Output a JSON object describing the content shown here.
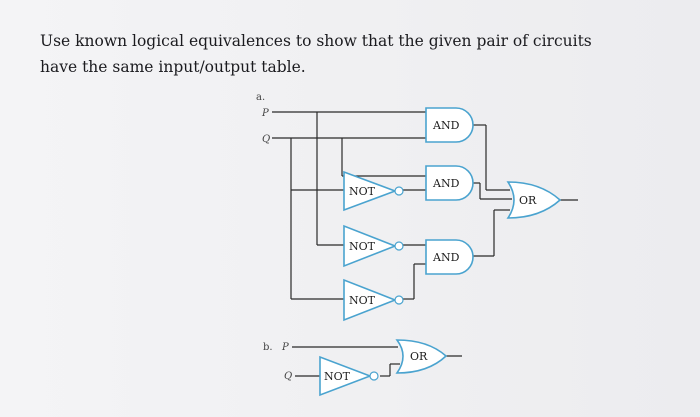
{
  "prompt": {
    "line1": "Use known logical equivalences to show that the given pair of circuits",
    "line2": "have the same input/output table."
  },
  "circuit_a": {
    "part_label": "a.",
    "input_p": "P",
    "input_q": "Q",
    "gates": {
      "and1": "AND",
      "and2": "AND",
      "and3": "AND",
      "not1": "NOT",
      "not2": "NOT",
      "not3": "NOT",
      "or": "OR"
    }
  },
  "circuit_b": {
    "part_label": "b.",
    "input_p": "P",
    "input_q": "Q",
    "gates": {
      "not": "NOT",
      "or": "OR"
    }
  }
}
